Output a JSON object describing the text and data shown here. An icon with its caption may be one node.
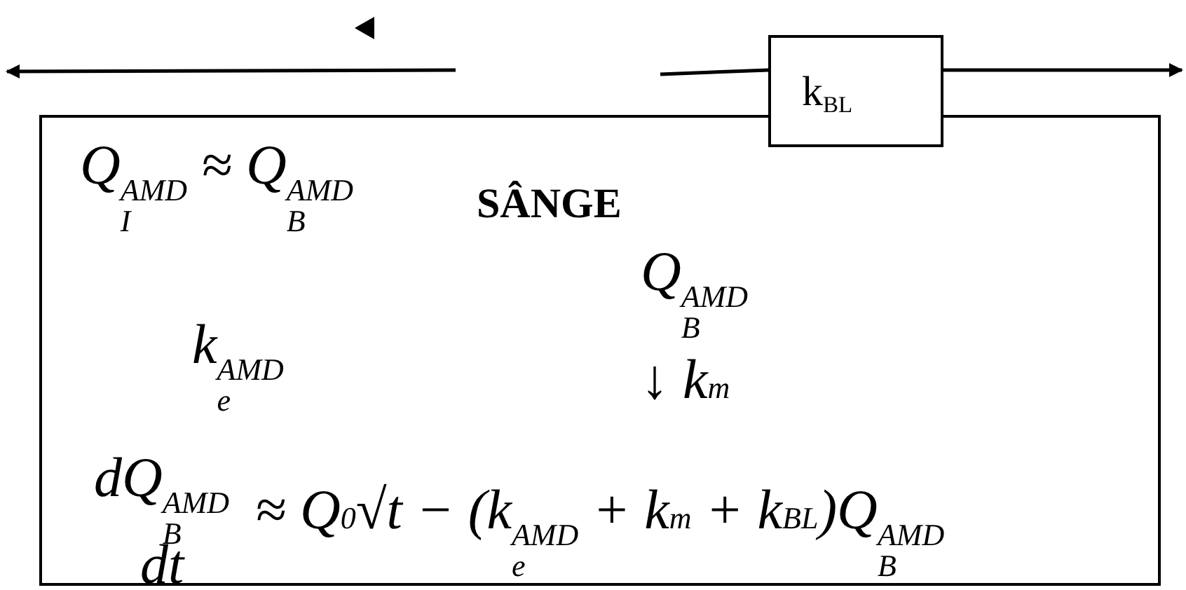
{
  "diagram": {
    "nodes": [
      {
        "text": [
          "Q$_{I}$$^{AMD}$ ≈ Q$_{B}$$^{AMD}$",
          "SÂNGE",
          "Q$_{B}$$^{AMD}$",
          "k$_{e}$$^{AMD}$",
          "↓ k$_{m}$",
          "dQ$_{B}$$^{AMD}$",
          "dt",
          "≈ Q$_{0}$√t − (k$_{e}$$^{AMD}$ + k$_{m}$ + k$_{BL}$)Q$_{B}$$^{AMD}$"
        ]
      },
      {
        "text": [
          "k$_{BL}$"
        ]
      }
    ],
    "edges": [
      {
        "from": null,
        "to": 1,
        "arrow": "none"
      },
      {
        "from": 1,
        "to": null,
        "arrow": "to"
      }
    ]
  }
}
